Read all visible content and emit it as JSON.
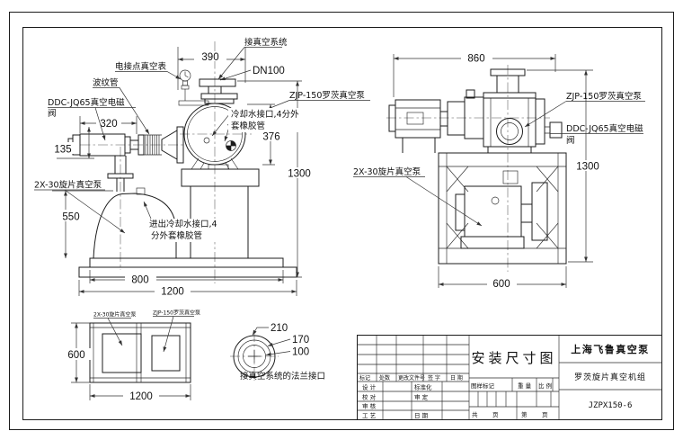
{
  "front_view": {
    "labels": {
      "vacuum_gauge": "电接点真空表",
      "bellows": "波纹管",
      "solenoid_valve_l1": "DDC-JQ65真空电磁",
      "solenoid_valve_l2": "阀",
      "vane_pump": "2X-30旋片真空泵",
      "to_vacuum_system": "接真空系统",
      "flange_size": "DN100",
      "roots_pump": "ZJP-150罗茨真空泵",
      "cooling_l1": "冷却水接口,4分外",
      "cooling_l2": "套橡胶管",
      "cooling_inout_l1": "进出冷却水接口,4",
      "cooling_inout_l2": "分外套橡胶管"
    },
    "dims": {
      "top_width": "390",
      "valve_length": "320",
      "valve_height": "135",
      "pump_height": "550",
      "roots_height": "376",
      "total_height": "1300",
      "base_inner": "800",
      "base_outer": "1200"
    }
  },
  "side_view": {
    "labels": {
      "roots_pump": "ZJP-150罗茨真空泵",
      "solenoid_valve_l1": "DDC-JQ65真空电磁",
      "solenoid_valve_l2": "阀",
      "vane_pump": "2X-30旋片真空泵"
    },
    "dims": {
      "width": "860",
      "total_height": "1300",
      "base_width": "600"
    }
  },
  "plan_view": {
    "labels": {
      "vane_pump": "2X-30旋片真空泵",
      "roots_pump": "ZJP-150罗茨真空泵"
    },
    "dims": {
      "depth": "600",
      "width": "1200"
    }
  },
  "flange_detail": {
    "label": "接真空系统的法兰接口",
    "dims": {
      "outer_dia": "210",
      "bolt_circle": "170",
      "bore": "100"
    }
  },
  "title_block": {
    "title": "安装尺寸图",
    "company": "上海飞鲁真空泵",
    "product": "罗茨旋片真空机组",
    "drawing_no": "JZPX150-6",
    "col_mark": "标记",
    "col_count": "处数",
    "col_file": "更改文件号",
    "col_sign": "签 字",
    "col_date": "日 期",
    "row_design": "设 计",
    "row_standard": "标准化",
    "row_check": "校 对",
    "row_approve": "审 定",
    "row_review": "审 核",
    "row_process": "工 艺",
    "row_date": "日 期",
    "mark_header": "图样标记",
    "weight": "重 量",
    "scale": "比 例",
    "pages_total": "共",
    "pages_unit1": "页",
    "pages_no": "第",
    "pages_unit2": "页"
  }
}
